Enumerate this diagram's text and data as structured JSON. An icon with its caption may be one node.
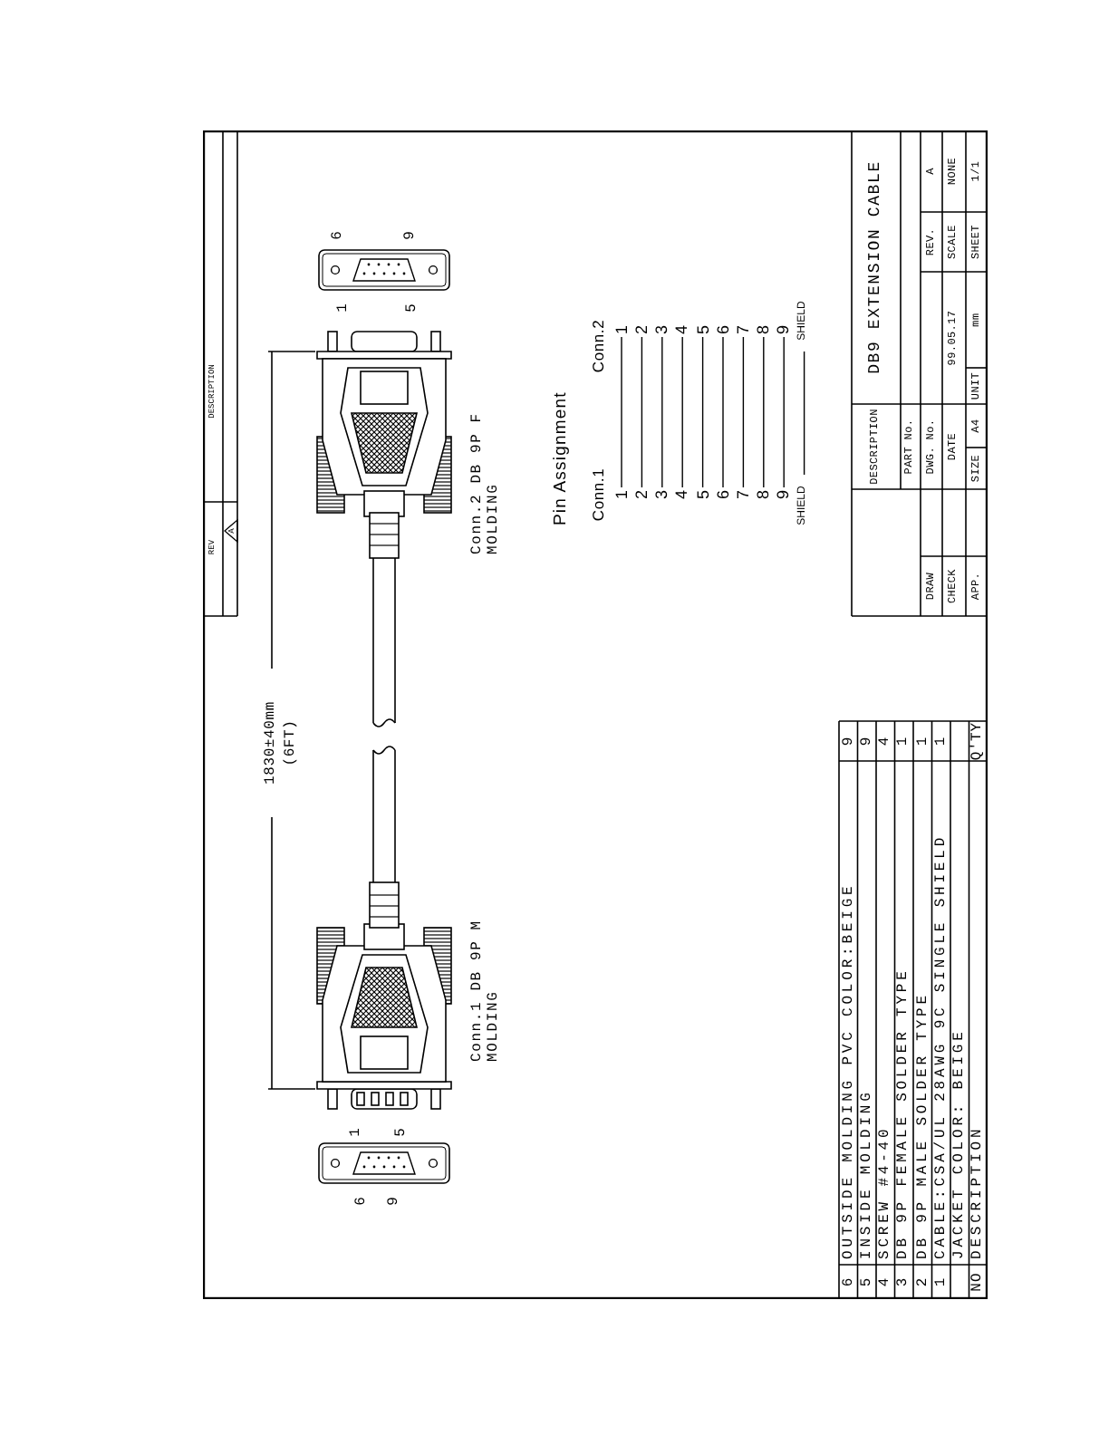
{
  "diagram": {
    "nodes": [
      {
        "text": [
          "1"
        ]
      },
      {
        "text": [
          "1"
        ]
      },
      {
        "text": [
          "2"
        ]
      },
      {
        "text": [
          "2"
        ]
      },
      {
        "text": [
          "3"
        ]
      },
      {
        "text": [
          "3"
        ]
      },
      {
        "text": [
          "4"
        ]
      },
      {
        "text": [
          "4"
        ]
      },
      {
        "text": [
          "5"
        ]
      },
      {
        "text": [
          "5"
        ]
      },
      {
        "text": [
          "6"
        ]
      },
      {
        "text": [
          "6"
        ]
      },
      {
        "text": [
          "7"
        ]
      },
      {
        "text": [
          "7"
        ]
      },
      {
        "text": [
          "8"
        ]
      },
      {
        "text": [
          "8"
        ]
      },
      {
        "text": [
          "9"
        ]
      },
      {
        "text": [
          "9"
        ]
      },
      {
        "text": [
          "SHIELD"
        ]
      },
      {
        "text": [
          "SHIELD"
        ]
      }
    ],
    "edges": [
      {
        "from": 0,
        "to": 1,
        "arrow": "none"
      },
      {
        "from": 2,
        "to": 3,
        "arrow": "none"
      },
      {
        "from": 4,
        "to": 5,
        "arrow": "none"
      },
      {
        "from": 6,
        "to": 7,
        "arrow": "none"
      },
      {
        "from": 8,
        "to": 9,
        "arrow": "none"
      },
      {
        "from": 10,
        "to": 11,
        "arrow": "none"
      },
      {
        "from": 12,
        "to": 13,
        "arrow": "none"
      },
      {
        "from": 14,
        "to": 15,
        "arrow": "none"
      },
      {
        "from": 16,
        "to": 17,
        "arrow": "none"
      },
      {
        "from": 18,
        "to": 19,
        "arrow": "none"
      }
    ],
    "labels": [
      "REV",
      "DESCRIPTION",
      "A",
      "1830±40mm",
      "(6FT)",
      "6",
      "9",
      "1",
      "5",
      "Conn.2 DB 9P F MOLDING",
      "Pin Assignment",
      "Conn.1",
      "Conn.2",
      "6",
      "9",
      "1",
      "5",
      "Conn.1 DB 9P M MOLDING",
      "DESCRIPTION",
      "DB9 EXTENSION CABLE",
      "PART No.",
      "DRAW",
      "DWG. No.",
      "REV.",
      "A",
      "CHECK",
      "DATE",
      "99.05.17",
      "SCALE",
      "NONE",
      "APP.",
      "SIZE",
      "A4",
      "UNIT",
      "mm",
      "SHEET",
      "1/1",
      "6",
      "OUTSIDE MOLDING PVC COLOR:BEIGE",
      "9",
      "5",
      "INSIDE MOLDING",
      "9",
      "4",
      "SCREW #4-40",
      "4",
      "3",
      "DB 9P FEMALE SOLDER TYPE",
      "1",
      "2",
      "DB 9P MALE SOLDER TYPE",
      "1",
      "1",
      "CABLE:CSA/UL 28AWG 9C SINGLE SHIELD",
      "1",
      "JACKET COLOR: BEIGE",
      "NO",
      "DESCRIPTION",
      "Q'TY"
    ]
  }
}
